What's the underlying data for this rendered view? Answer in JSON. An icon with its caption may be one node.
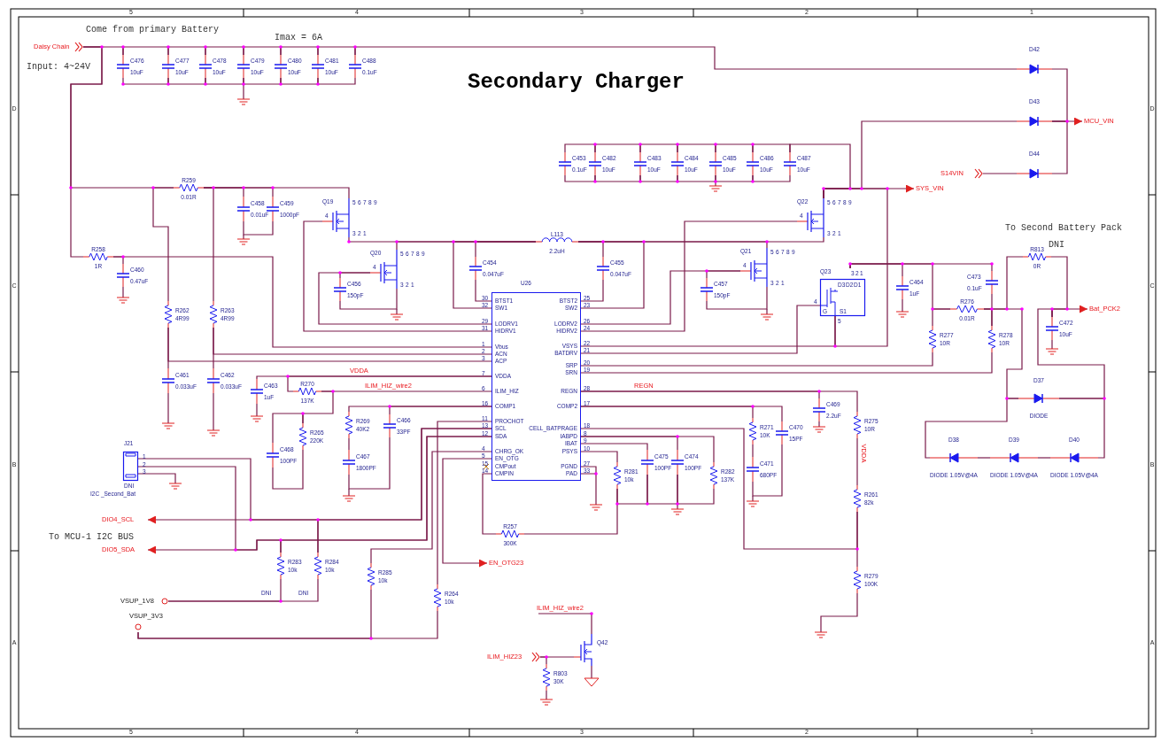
{
  "diagram": {
    "title": "Secondary Charger",
    "nodes": [
      {
        "text": [
          "Daisy Chain"
        ]
      },
      {
        "text": [
          "C476",
          "10uF"
        ]
      },
      {
        "text": [
          "C477",
          "10uF"
        ]
      },
      {
        "text": [
          "C478",
          "10uF"
        ]
      },
      {
        "text": [
          "C479",
          "10uF"
        ]
      },
      {
        "text": [
          "C480",
          "10uF"
        ]
      },
      {
        "text": [
          "C481",
          "10uF"
        ]
      },
      {
        "text": [
          "C488",
          "0.1uF"
        ]
      },
      {
        "text": [
          "D42"
        ]
      },
      {
        "text": [
          "D43"
        ]
      },
      {
        "text": [
          "D44"
        ]
      },
      {
        "text": [
          "MCU_VIN"
        ]
      },
      {
        "text": [
          "S14VIN"
        ]
      },
      {
        "text": [
          "C453",
          "0.1uF"
        ]
      },
      {
        "text": [
          "C482",
          "10uF"
        ]
      },
      {
        "text": [
          "C483",
          "10uF"
        ]
      },
      {
        "text": [
          "C484",
          "10uF"
        ]
      },
      {
        "text": [
          "C485",
          "10uF"
        ]
      },
      {
        "text": [
          "C486",
          "10uF"
        ]
      },
      {
        "text": [
          "C487",
          "10uF"
        ]
      },
      {
        "text": [
          "R259",
          "0.01R"
        ]
      },
      {
        "text": [
          "R258",
          "1R"
        ]
      },
      {
        "text": [
          "C460",
          "0.47uF"
        ]
      },
      {
        "text": [
          "C458",
          "0.01uF"
        ]
      },
      {
        "text": [
          "C459",
          "1000pF"
        ]
      },
      {
        "text": [
          "Q19",
          "5",
          "6",
          "7",
          "8",
          "9",
          "3",
          "2",
          "1",
          "4"
        ]
      },
      {
        "text": [
          "Q20",
          "5",
          "6",
          "7",
          "8",
          "9",
          "3",
          "2",
          "1",
          "4"
        ]
      },
      {
        "text": [
          "C456",
          "150pF"
        ]
      },
      {
        "text": [
          "L113",
          "2.2uH"
        ]
      },
      {
        "text": [
          "C454",
          "0.047uF"
        ]
      },
      {
        "text": [
          "C455",
          "0.047uF"
        ]
      },
      {
        "text": [
          "U26",
          "BTST1",
          "SW1",
          "LODRV1",
          "HIDRV1",
          "Vbus",
          "ACN",
          "ACP",
          "VDDA",
          "ILIM_HIZ",
          "COMP1",
          "PROCHOT",
          "SCL",
          "SDA",
          "CHRG_OK",
          "EN_OTG",
          "CMPout",
          "CMPIN",
          "BTST2",
          "SW2",
          "LODRV2",
          "HIDRV2",
          "VSYS",
          "BATDRV",
          "SRP",
          "SRN",
          "REGN",
          "COMP2",
          "CELL_BATPRAGE",
          "IABPD",
          "IBAT",
          "PSYS",
          "PGND",
          "PAD"
        ],
        "beside": [
          "30",
          "32",
          "29",
          "31",
          "1",
          "2",
          "3",
          "7",
          "6",
          "16",
          "11",
          "13",
          "12",
          "4",
          "5",
          "15",
          "14",
          "25",
          "23",
          "26",
          "24",
          "22",
          "21",
          "20",
          "19",
          "28",
          "17",
          "18",
          "8",
          "9",
          "10",
          "27",
          "33"
        ]
      },
      {
        "text": [
          "Q21",
          "5",
          "6",
          "7",
          "8",
          "9",
          "3",
          "2",
          "1",
          "4"
        ]
      },
      {
        "text": [
          "C457",
          "150pF"
        ]
      },
      {
        "text": [
          "Q22",
          "5",
          "6",
          "7",
          "8",
          "9",
          "3",
          "2",
          "1",
          "4"
        ]
      },
      {
        "text": [
          "SYS_VIN"
        ]
      },
      {
        "text": [
          "Q23",
          "D3",
          "D2",
          "D1",
          "G",
          "S1",
          "3",
          "2",
          "1"
        ],
        "beside": [
          "4",
          "5"
        ]
      },
      {
        "text": [
          "C464",
          "1uF"
        ]
      },
      {
        "text": [
          "R276",
          "0.01R"
        ]
      },
      {
        "text": [
          "R277",
          "10R"
        ]
      },
      {
        "text": [
          "R278",
          "10R"
        ]
      },
      {
        "text": [
          "C473",
          "0.1uF"
        ]
      },
      {
        "text": [
          "R813",
          "0R"
        ]
      },
      {
        "text": [
          "C472",
          "10uF"
        ]
      },
      {
        "text": [
          "Bat_PCK2"
        ]
      },
      {
        "text": [
          "D37",
          "DIODE"
        ]
      },
      {
        "text": [
          "D38",
          "DIODE 1.05V@4A"
        ]
      },
      {
        "text": [
          "D39",
          "DIODE 1.05V@4A"
        ]
      },
      {
        "text": [
          "D40",
          "DIODE 1.05V@4A"
        ]
      },
      {
        "text": [
          "R262",
          "4R99"
        ]
      },
      {
        "text": [
          "R263",
          "4R99"
        ]
      },
      {
        "text": [
          "C461",
          "0.033uF"
        ]
      },
      {
        "text": [
          "C462",
          "0.033uF"
        ]
      },
      {
        "text": [
          "C463",
          "1uF"
        ]
      },
      {
        "text": [
          "R270",
          "137K"
        ]
      },
      {
        "text": [
          "R265",
          "220K"
        ]
      },
      {
        "text": [
          "C468",
          "100PF"
        ]
      },
      {
        "text": [
          "R269",
          "40K2"
        ]
      },
      {
        "text": [
          "C467",
          "1800PF"
        ]
      },
      {
        "text": [
          "C466",
          "33PF"
        ]
      },
      {
        "text": [
          "J21"
        ],
        "beside": [
          "1",
          "2",
          "3",
          "DNI",
          "I2C _Second_Bat"
        ]
      },
      {
        "text": [
          "DIO4_SCL"
        ]
      },
      {
        "text": [
          "DIO5_SDA"
        ]
      },
      {
        "text": [
          "R283",
          "10k"
        ],
        "beside": [
          "DNI"
        ]
      },
      {
        "text": [
          "R284",
          "10k"
        ],
        "beside": [
          "DNI"
        ]
      },
      {
        "text": [
          "R285",
          "10k"
        ]
      },
      {
        "text": [
          "R264",
          "10k"
        ]
      },
      {
        "text": [
          "VSUP_1V8"
        ]
      },
      {
        "text": [
          "VSUP_3V3"
        ]
      },
      {
        "text": [
          "EN_OTG23"
        ]
      },
      {
        "text": [
          "R257",
          "300K"
        ]
      },
      {
        "text": [
          "R281",
          "10k"
        ]
      },
      {
        "text": [
          "C475",
          "100PF"
        ]
      },
      {
        "text": [
          "C474",
          "100PF"
        ]
      },
      {
        "text": [
          "R282",
          "137K"
        ]
      },
      {
        "text": [
          "R271",
          "10K"
        ]
      },
      {
        "text": [
          "C470",
          "15PF"
        ]
      },
      {
        "text": [
          "C471",
          "680PF"
        ]
      },
      {
        "text": [
          "C469",
          "2.2uF"
        ]
      },
      {
        "text": [
          "R275",
          "10R"
        ]
      },
      {
        "text": [
          "R261",
          "82k"
        ]
      },
      {
        "text": [
          "R279",
          "100K"
        ]
      },
      {
        "text": [
          "ILIM_HIZ_wire2"
        ]
      },
      {
        "text": [
          "Q42"
        ]
      },
      {
        "text": [
          "ILIM_HIZ23"
        ]
      },
      {
        "text": [
          "R803",
          "30K"
        ]
      }
    ],
    "edges": [
      {
        "from": 0,
        "to": 1,
        "arrow": "none"
      },
      {
        "from": 1,
        "to": 2,
        "arrow": "none"
      },
      {
        "from": 2,
        "to": 3,
        "arrow": "none"
      },
      {
        "from": 3,
        "to": 4,
        "arrow": "none"
      },
      {
        "from": 4,
        "to": 5,
        "arrow": "none"
      },
      {
        "from": 5,
        "to": 6,
        "arrow": "none"
      },
      {
        "from": 6,
        "to": 7,
        "arrow": "none"
      },
      {
        "from": 1,
        "to": 2,
        "arrow": "none"
      },
      {
        "from": 2,
        "to": 3,
        "arrow": "none"
      },
      {
        "from": 3,
        "to": 4,
        "arrow": "none"
      },
      {
        "from": 4,
        "to": 5,
        "arrow": "none"
      },
      {
        "from": 5,
        "to": 6,
        "arrow": "none"
      },
      {
        "from": 6,
        "to": 7,
        "arrow": "none"
      },
      {
        "from": 7,
        "to": 8,
        "arrow": "none"
      },
      {
        "from": 8,
        "to": 9,
        "arrow": "none"
      },
      {
        "from": 9,
        "to": 11,
        "arrow": "to"
      },
      {
        "from": 10,
        "to": 9,
        "arrow": "none"
      },
      {
        "from": 12,
        "to": 10,
        "arrow": "none"
      },
      {
        "from": 0,
        "to": 21,
        "arrow": "none"
      },
      {
        "from": 0,
        "to": 20,
        "arrow": "none"
      },
      {
        "from": 21,
        "to": 22,
        "arrow": "none"
      },
      {
        "from": 21,
        "to": 31,
        "arrow": "none"
      },
      {
        "from": 20,
        "to": 49,
        "arrow": "none"
      },
      {
        "from": 20,
        "to": 50,
        "arrow": "none"
      },
      {
        "from": 20,
        "to": 23,
        "arrow": "none"
      },
      {
        "from": 20,
        "to": 24,
        "arrow": "none"
      },
      {
        "from": 20,
        "to": 25,
        "arrow": "none"
      },
      {
        "from": 23,
        "to": 24,
        "arrow": "none"
      },
      {
        "from": 25,
        "to": 28,
        "arrow": "none"
      },
      {
        "from": 26,
        "to": 28,
        "arrow": "none"
      },
      {
        "from": 31,
        "to": 28,
        "arrow": "none"
      },
      {
        "from": 29,
        "to": 28,
        "arrow": "none"
      },
      {
        "from": 29,
        "to": 31,
        "arrow": "none"
      },
      {
        "from": 31,
        "to": 25,
        "arrow": "none"
      },
      {
        "from": 31,
        "to": 26,
        "arrow": "none"
      },
      {
        "from": 27,
        "to": 26,
        "arrow": "none"
      },
      {
        "from": 27,
        "to": 26,
        "arrow": "none"
      },
      {
        "from": 28,
        "to": 30,
        "arrow": "none"
      },
      {
        "from": 30,
        "to": 31,
        "arrow": "none"
      },
      {
        "from": 28,
        "to": 31,
        "arrow": "none"
      },
      {
        "from": 28,
        "to": 32,
        "arrow": "none"
      },
      {
        "from": 28,
        "to": 34,
        "arrow": "none"
      },
      {
        "from": 31,
        "to": 32,
        "arrow": "none"
      },
      {
        "from": 33,
        "to": 32,
        "arrow": "none"
      },
      {
        "from": 33,
        "to": 32,
        "arrow": "none"
      },
      {
        "from": 31,
        "to": 34,
        "arrow": "none"
      },
      {
        "from": 34,
        "to": 35,
        "arrow": "to"
      },
      {
        "from": 34,
        "to": 9,
        "arrow": "none"
      },
      {
        "from": 34,
        "to": 19,
        "arrow": "none"
      },
      {
        "from": 13,
        "to": 14,
        "arrow": "none"
      },
      {
        "from": 14,
        "to": 15,
        "arrow": "none"
      },
      {
        "from": 15,
        "to": 16,
        "arrow": "none"
      },
      {
        "from": 16,
        "to": 17,
        "arrow": "none"
      },
      {
        "from": 17,
        "to": 18,
        "arrow": "none"
      },
      {
        "from": 18,
        "to": 19,
        "arrow": "none"
      },
      {
        "from": 13,
        "to": 14,
        "arrow": "none"
      },
      {
        "from": 14,
        "to": 15,
        "arrow": "none"
      },
      {
        "from": 15,
        "to": 16,
        "arrow": "none"
      },
      {
        "from": 16,
        "to": 17,
        "arrow": "none"
      },
      {
        "from": 17,
        "to": 18,
        "arrow": "none"
      },
      {
        "from": 18,
        "to": 19,
        "arrow": "none"
      },
      {
        "from": 31,
        "to": 36,
        "arrow": "none"
      },
      {
        "from": 36,
        "to": 34,
        "arrow": "none"
      },
      {
        "from": 31,
        "to": 36,
        "arrow": "none"
      },
      {
        "from": 36,
        "to": 37,
        "arrow": "none"
      },
      {
        "from": 36,
        "to": 38,
        "arrow": "none"
      },
      {
        "from": 36,
        "to": 41,
        "arrow": "none"
      },
      {
        "from": 38,
        "to": 39,
        "arrow": "none"
      },
      {
        "from": 38,
        "to": 40,
        "arrow": "none"
      },
      {
        "from": 41,
        "to": 40,
        "arrow": "none"
      },
      {
        "from": 38,
        "to": 42,
        "arrow": "none"
      },
      {
        "from": 42,
        "to": 43,
        "arrow": "none"
      },
      {
        "from": 43,
        "to": 44,
        "arrow": "to"
      },
      {
        "from": 39,
        "to": 31,
        "arrow": "none"
      },
      {
        "from": 40,
        "to": 31,
        "arrow": "none"
      },
      {
        "from": 38,
        "to": 45,
        "arrow": "none"
      },
      {
        "from": 45,
        "to": 43,
        "arrow": "none"
      },
      {
        "from": 48,
        "to": 45,
        "arrow": "none"
      },
      {
        "from": 48,
        "to": 47,
        "arrow": "none"
      },
      {
        "from": 47,
        "to": 46,
        "arrow": "none"
      },
      {
        "from": 46,
        "to": 45,
        "arrow": "none"
      },
      {
        "from": 49,
        "to": 31,
        "arrow": "none"
      },
      {
        "from": 49,
        "to": 51,
        "arrow": "none"
      },
      {
        "from": 50,
        "to": 31,
        "arrow": "none"
      },
      {
        "from": 50,
        "to": 52,
        "arrow": "none"
      },
      {
        "from": 31,
        "to": 53,
        "arrow": "none"
      },
      {
        "from": 31,
        "to": 54,
        "arrow": "none"
      },
      {
        "from": 54,
        "to": 31,
        "arrow": "none"
      },
      {
        "from": 54,
        "to": 55,
        "arrow": "none"
      },
      {
        "from": 55,
        "to": 56,
        "arrow": "none"
      },
      {
        "from": 55,
        "to": 56,
        "arrow": "none"
      },
      {
        "from": 31,
        "to": 59,
        "arrow": "none"
      },
      {
        "from": 31,
        "to": 57,
        "arrow": "none"
      },
      {
        "from": 57,
        "to": 58,
        "arrow": "none"
      },
      {
        "from": 58,
        "to": 59,
        "arrow": "none"
      },
      {
        "from": 31,
        "to": 66,
        "arrow": "none"
      },
      {
        "from": 31,
        "to": 61,
        "arrow": "to"
      },
      {
        "from": 31,
        "to": 62,
        "arrow": "to"
      },
      {
        "from": 60,
        "to": 64,
        "arrow": "none"
      },
      {
        "from": 60,
        "to": 63,
        "arrow": "none"
      },
      {
        "from": 64,
        "to": 31,
        "arrow": "none"
      },
      {
        "from": 63,
        "to": 31,
        "arrow": "none"
      },
      {
        "from": 63,
        "to": 67,
        "arrow": "none"
      },
      {
        "from": 64,
        "to": 67,
        "arrow": "none"
      },
      {
        "from": 31,
        "to": 65,
        "arrow": "none"
      },
      {
        "from": 31,
        "to": 69,
        "arrow": "to"
      },
      {
        "from": 66,
        "to": 68,
        "arrow": "none"
      },
      {
        "from": 65,
        "to": 68,
        "arrow": "none"
      },
      {
        "from": 31,
        "to": 70,
        "arrow": "none"
      },
      {
        "from": 70,
        "to": 71,
        "arrow": "none"
      },
      {
        "from": 31,
        "to": 71,
        "arrow": "none"
      },
      {
        "from": 31,
        "to": 72,
        "arrow": "none"
      },
      {
        "from": 31,
        "to": 73,
        "arrow": "none"
      },
      {
        "from": 31,
        "to": 74,
        "arrow": "none"
      },
      {
        "from": 71,
        "to": 72,
        "arrow": "none"
      },
      {
        "from": 72,
        "to": 73,
        "arrow": "none"
      },
      {
        "from": 73,
        "to": 74,
        "arrow": "none"
      },
      {
        "from": 31,
        "to": 80,
        "arrow": "none"
      },
      {
        "from": 80,
        "to": 81,
        "arrow": "none"
      },
      {
        "from": 31,
        "to": 79,
        "arrow": "none"
      },
      {
        "from": 31,
        "to": 78,
        "arrow": "none"
      },
      {
        "from": 79,
        "to": 80,
        "arrow": "none"
      },
      {
        "from": 31,
        "to": 75,
        "arrow": "none"
      },
      {
        "from": 31,
        "to": 76,
        "arrow": "none"
      },
      {
        "from": 75,
        "to": 77,
        "arrow": "none"
      },
      {
        "from": 76,
        "to": 77,
        "arrow": "none"
      },
      {
        "from": 82,
        "to": 83,
        "arrow": "none"
      },
      {
        "from": 84,
        "to": 83,
        "arrow": "none"
      },
      {
        "from": 84,
        "to": 85,
        "arrow": "none"
      }
    ],
    "labels": [
      "5",
      "4",
      "3",
      "2",
      "1",
      "Come from primary Battery",
      "Imax = 6A",
      "Input: 4~24V",
      "D",
      "D",
      "To Second Battery Pack",
      "DNI",
      "C",
      "C",
      "VDDA",
      "ILIM_HIZ_wire2",
      "REGN",
      "VDDA",
      "B",
      "B",
      "To MCU-1 I2C BUS",
      "A",
      "A",
      "5",
      "4",
      "3",
      "2",
      "1"
    ]
  }
}
